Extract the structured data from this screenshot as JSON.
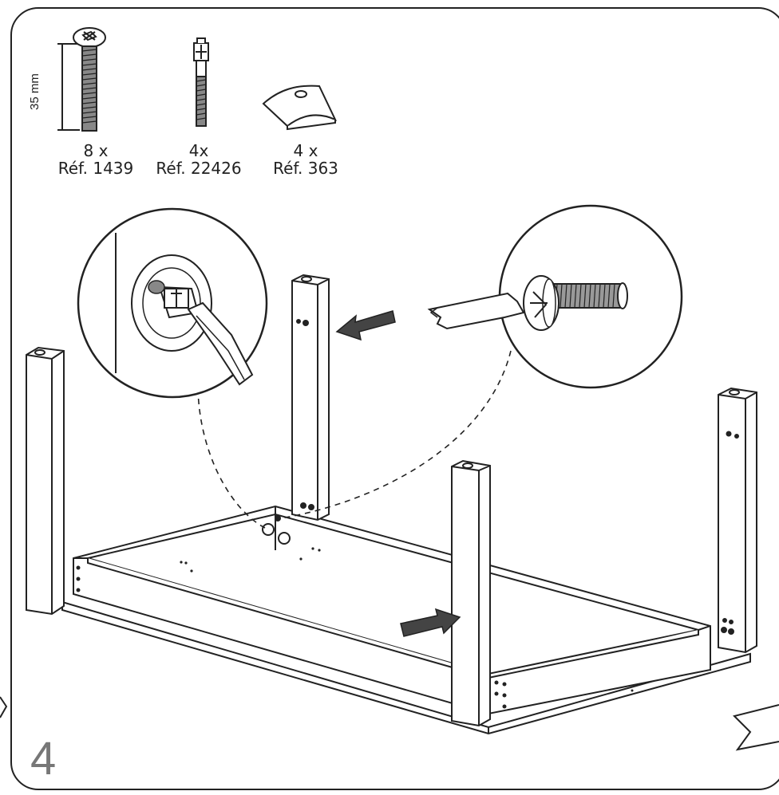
{
  "step_number": "4",
  "dimension_label": "35 mm",
  "parts": [
    {
      "qty": "8 x",
      "ref": "Réf. 1439",
      "icon": "bolt-35mm-icon"
    },
    {
      "qty": "4x",
      "ref": "Réf. 22426",
      "icon": "cam-dowel-icon"
    },
    {
      "qty": "4 x",
      "ref": "Réf. 363",
      "icon": "curved-washer-icon"
    }
  ]
}
